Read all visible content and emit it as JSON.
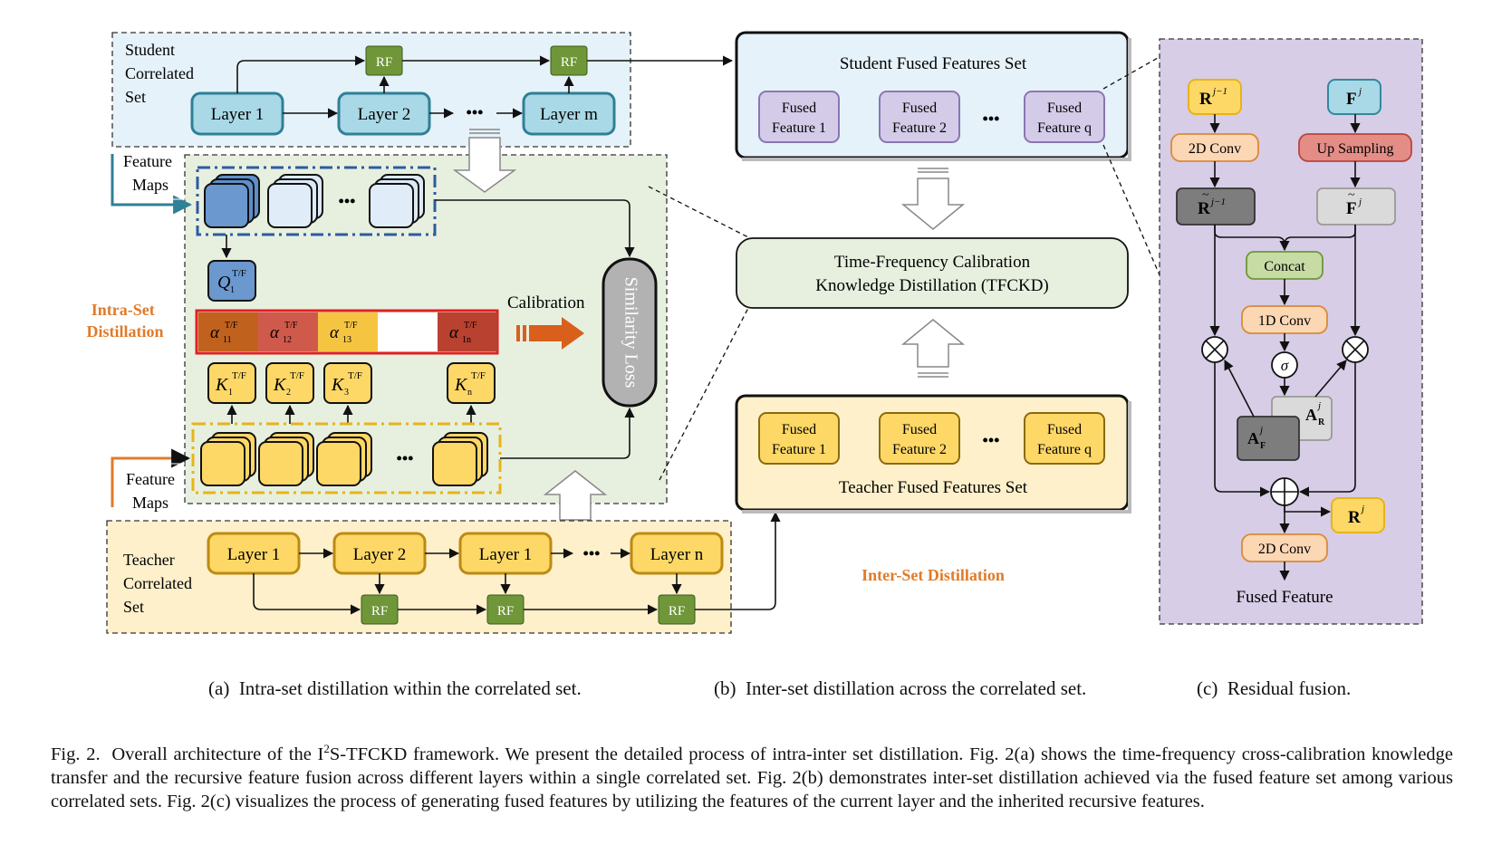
{
  "panel_a": {
    "student_set_label": [
      "Student",
      "Correlated",
      "Set"
    ],
    "student_layers": [
      "Layer 1",
      "Layer 2",
      "Layer m"
    ],
    "rf_label": "RF",
    "ellipsis": "•••",
    "feature_maps_label": [
      "Feature",
      "Maps"
    ],
    "q_label": "Q",
    "q_sub": "1",
    "tf_sup": "T/F",
    "alpha_symbol": "α",
    "alpha_subs": [
      "11",
      "12",
      "13",
      "",
      "1n"
    ],
    "alpha_colors": [
      "#c0621e",
      "#cf5a4c",
      "#f5c542",
      "#ffffff",
      "#b8412f"
    ],
    "k_label": "K",
    "k_subs": [
      "1",
      "2",
      "3",
      "n"
    ],
    "calibration_label": "Calibration",
    "similarity_loss_label": "Similarity Loss",
    "intra_set_label": [
      "Intra-Set",
      "Distillation"
    ],
    "teacher_set_label": [
      "Teacher",
      "Correlated",
      "Set"
    ],
    "teacher_layers": [
      "Layer 1",
      "Layer 2",
      "Layer 1",
      "Layer n"
    ]
  },
  "panel_b": {
    "student_fused_title": "Student Fused Features Set",
    "student_fused": [
      [
        "Fused",
        "Feature 1"
      ],
      [
        "Fused",
        "Feature 2"
      ],
      [
        "Fused",
        "Feature q"
      ]
    ],
    "tfckd_lines": [
      "Time-Frequency Calibration",
      "Knowledge Distillation (TFCKD)"
    ],
    "teacher_fused_title": "Teacher Fused Features Set",
    "teacher_fused": [
      [
        "Fused",
        "Feature 1"
      ],
      [
        "Fused",
        "Feature 2"
      ],
      [
        "Fused",
        "Feature q"
      ]
    ],
    "inter_set_label": "Inter-Set Distillation"
  },
  "panel_c": {
    "r_prev": "R",
    "r_prev_sup": "j−1",
    "f_cur": "F",
    "f_cur_sup": "j",
    "conv2d": "2D Conv",
    "up_sampling": "Up Sampling",
    "concat": "Concat",
    "conv1d": "1D Conv",
    "sigma": "σ",
    "a_r": "A",
    "a_r_sub": "R",
    "a_f": "A",
    "a_f_sub": "F",
    "a_sup": "j",
    "r_out": "R",
    "r_out_sup": "j",
    "conv2d_out": "2D Conv",
    "fused_feature": "Fused Feature"
  },
  "subcaptions": {
    "a_tag": "(a)",
    "a_text": "Intra-set distillation within the correlated set.",
    "b_tag": "(b)",
    "b_text": "Inter-set distillation across the correlated set.",
    "c_tag": "(c)",
    "c_text": "Residual fusion."
  },
  "caption": {
    "lead": "Fig. 2.",
    "text_1": "Overall architecture of the I",
    "sup": "2",
    "text_2": "S-TFCKD framework. We present the detailed process of intra-inter set distillation. Fig. 2(a) shows the time-frequency cross-calibration knowledge transfer and the recursive feature fusion across different layers within a single correlated set. Fig. 2(b) demonstrates inter-set distillation achieved via the fused feature set among various correlated sets. Fig. 2(c) visualizes the process of generating fused features by utilizing the features of the current layer and the inherited recursive features."
  },
  "colors": {
    "student_bg": "#e5f2f9",
    "student_block": "#a9d8e6",
    "student_border": "#33889d",
    "teacher_bg": "#fdf0ca",
    "teacher_block": "#fdd867",
    "teacher_border": "#bd8a12",
    "rf_fill": "#6f9638",
    "green_bg": "#e7f0df",
    "purple_bg": "#d7cde6",
    "fused_student_fill": "#d4cbe8",
    "orange_label": "#e07b2a",
    "calibration_arrow": "#d95f1c",
    "similarity_fill": "#b2b2b2"
  }
}
